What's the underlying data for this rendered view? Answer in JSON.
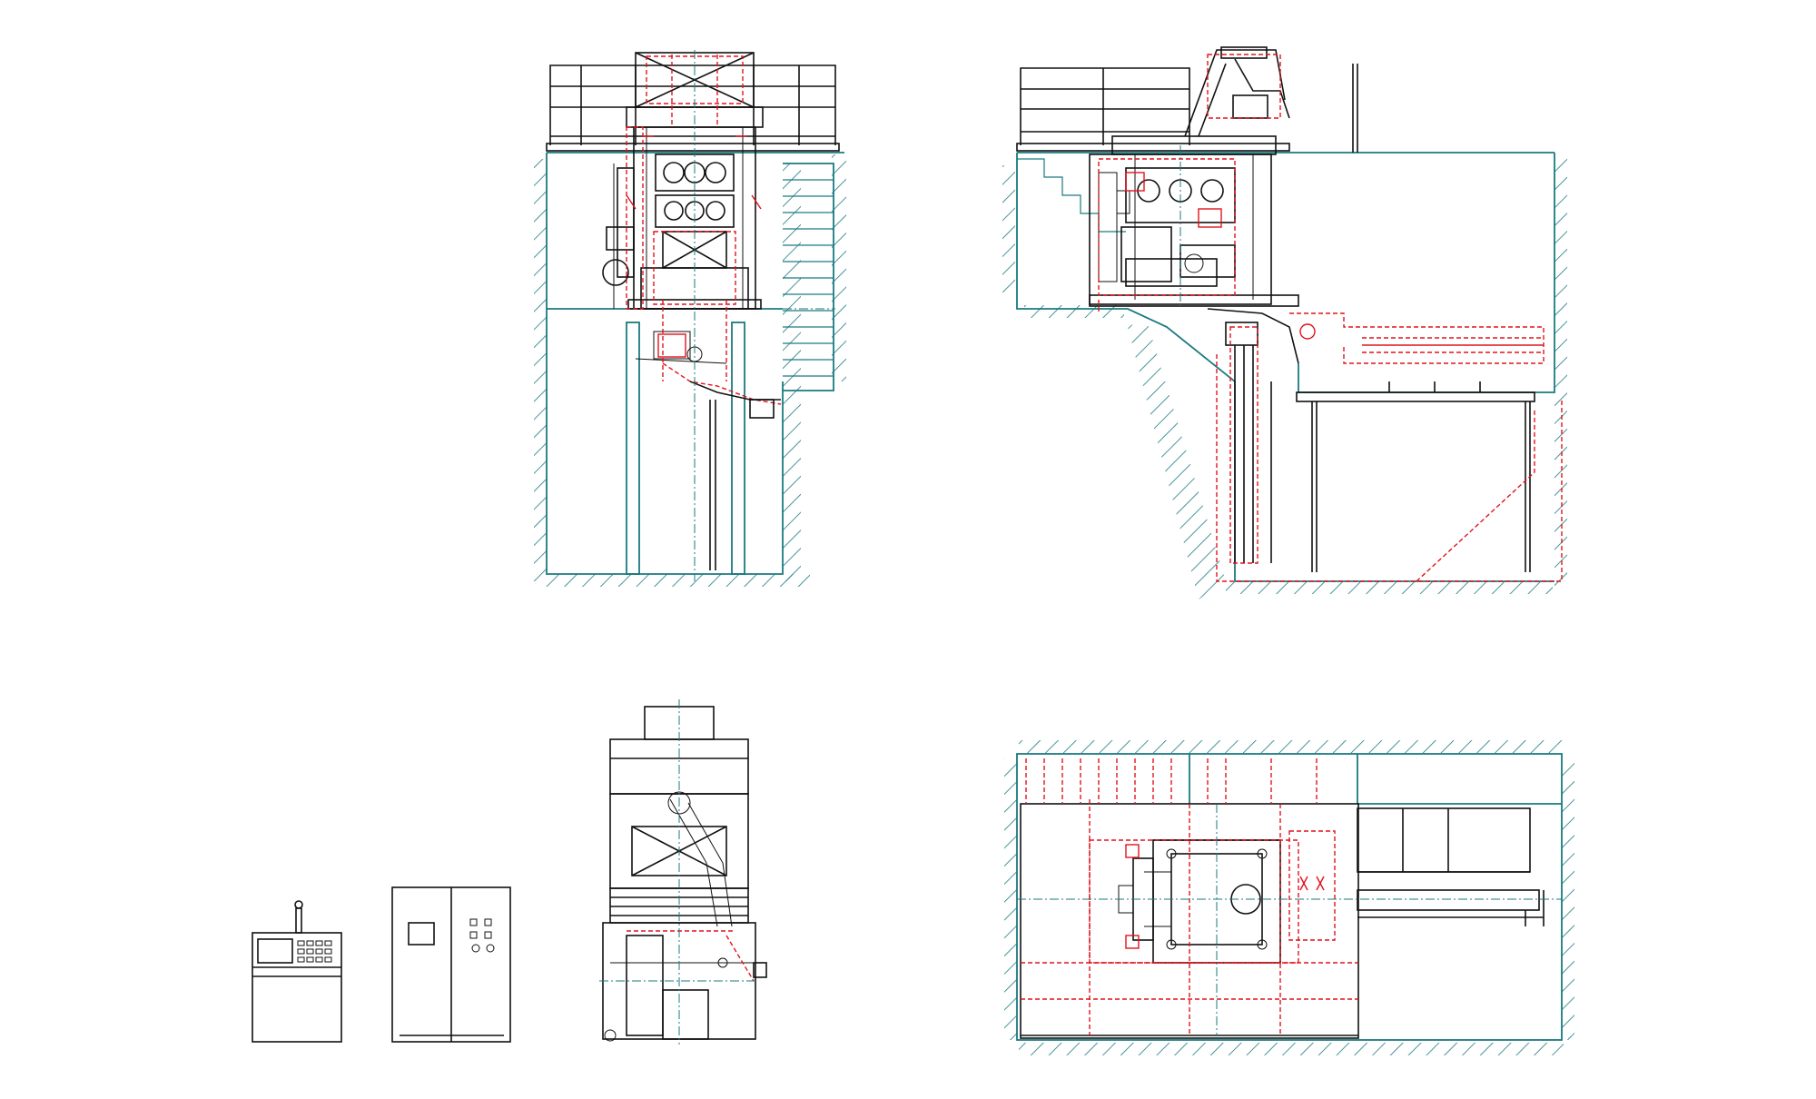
{
  "drawing": {
    "views": [
      {
        "id": "front-elevation"
      },
      {
        "id": "side-elevation"
      },
      {
        "id": "control-equipment-elevation"
      },
      {
        "id": "plan-view"
      }
    ],
    "label": "",
    "colors": {
      "outline": "#111111",
      "civil": "#1a7a80",
      "hidden": "#e0141c",
      "background": "#ffffff"
    }
  }
}
